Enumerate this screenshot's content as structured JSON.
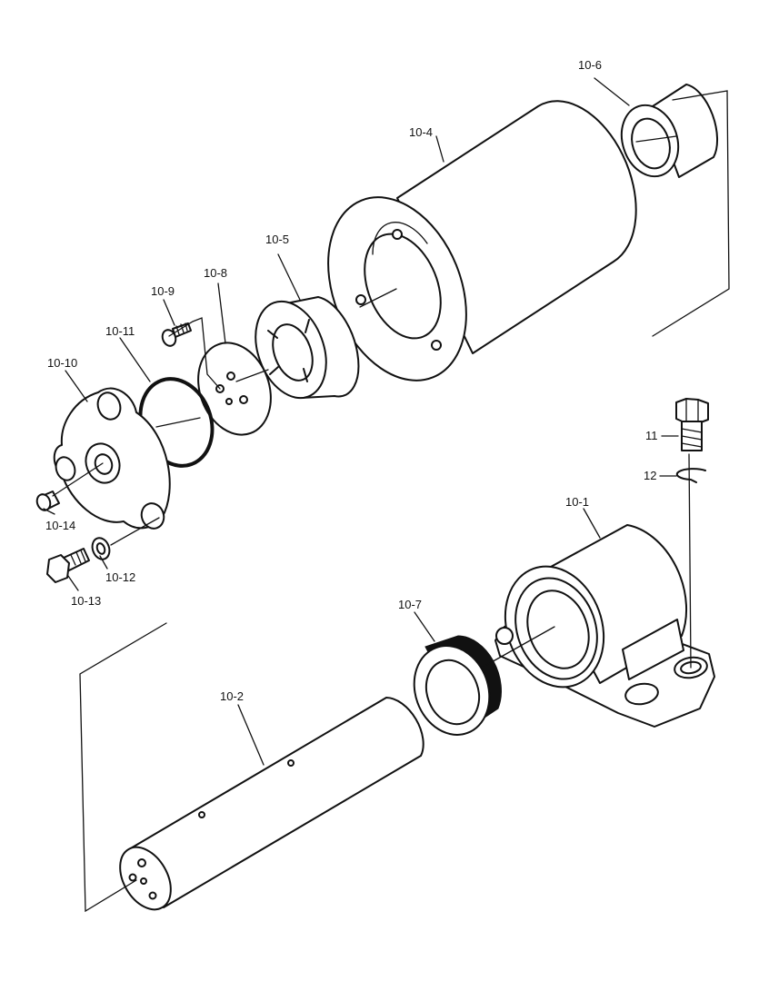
{
  "labels": {
    "p10_6": "10-6",
    "p10_4": "10-4",
    "p10_5": "10-5",
    "p10_8": "10-8",
    "p10_9": "10-9",
    "p10_11": "10-11",
    "p10_10": "10-10",
    "p10_14": "10-14",
    "p10_12": "10-12",
    "p10_13": "10-13",
    "p10_1": "10-1",
    "p10_7": "10-7",
    "p10_2": "10-2",
    "p11": "11",
    "p12": "12"
  }
}
